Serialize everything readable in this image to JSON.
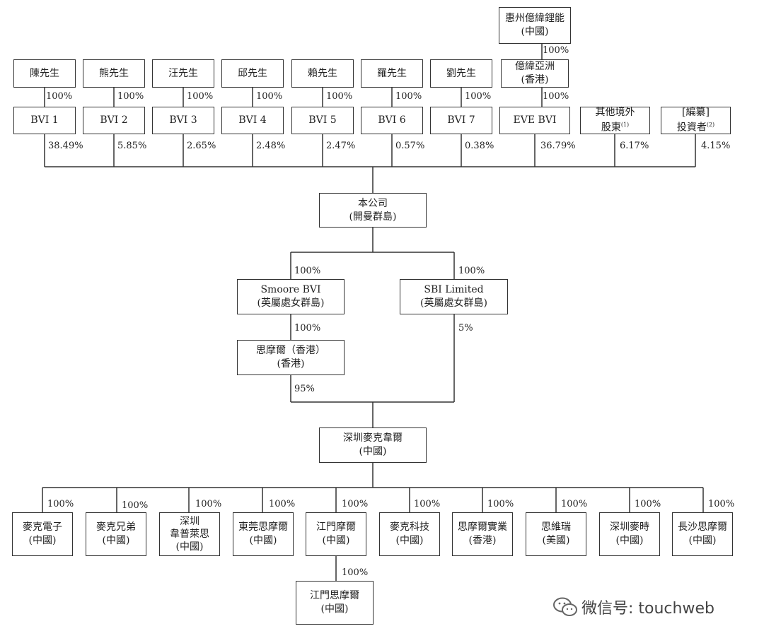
{
  "top": {
    "huizhou": {
      "name": "惠州億緯鋰能",
      "loc": "(中國)"
    },
    "huizhou_pct": "100%",
    "yiwei_asia": {
      "name": "億緯亞洲",
      "loc": "(香港)"
    },
    "yiwei_asia_pct": "100%"
  },
  "persons": [
    {
      "name": "陳先生",
      "pct": "100%"
    },
    {
      "name": "熊先生",
      "pct": "100%"
    },
    {
      "name": "汪先生",
      "pct": "100%"
    },
    {
      "name": "邱先生",
      "pct": "100%"
    },
    {
      "name": "賴先生",
      "pct": "100%"
    },
    {
      "name": "羅先生",
      "pct": "100%"
    },
    {
      "name": "劉先生",
      "pct": "100%"
    }
  ],
  "holders": [
    {
      "name": "BVI 1",
      "pct": "38.49%"
    },
    {
      "name": "BVI 2",
      "pct": "5.85%"
    },
    {
      "name": "BVI 3",
      "pct": "2.65%"
    },
    {
      "name": "BVI 4",
      "pct": "2.48%"
    },
    {
      "name": "BVI 5",
      "pct": "2.47%"
    },
    {
      "name": "BVI 6",
      "pct": "0.57%"
    },
    {
      "name": "BVI 7",
      "pct": "0.38%"
    },
    {
      "name": "EVE BVI",
      "pct": "36.79%"
    },
    {
      "name": "其他境外",
      "name2": "股東",
      "sup": "(1)",
      "pct": "6.17%"
    },
    {
      "name": "[編纂]",
      "name2": "投資者",
      "sup": "(2)",
      "pct": "4.15%"
    }
  ],
  "company": {
    "name": "本公司",
    "loc": "(開曼群島)"
  },
  "smoore_bvi": {
    "name": "Smoore BVI",
    "loc": "(英屬處女群島)",
    "pct": "100%"
  },
  "sbi": {
    "name": "SBI Limited",
    "loc": "(英屬處女群島)",
    "pct": "100%"
  },
  "smoore_hk": {
    "name": "思摩爾（香港）",
    "loc": "(香港)",
    "pct": "100%"
  },
  "smoore_hk_pct_down": "95%",
  "sbi_pct_down": "5%",
  "shenzhen": {
    "name": "深圳麥克韋爾",
    "loc": "(中國)"
  },
  "subs": [
    {
      "l1": "麥克電子",
      "l2": "(中國)",
      "pct": "100%"
    },
    {
      "l1": "麥克兄弟",
      "l2": "(中國)",
      "pct": "100%"
    },
    {
      "l1": "深圳",
      "l2": "韋普萊思",
      "l3": "(中國)",
      "pct": "100%"
    },
    {
      "l1": "東莞思摩爾",
      "l2": "(中國)",
      "pct": "100%"
    },
    {
      "l1": "江門摩爾",
      "l2": "(中國)",
      "pct": "100%"
    },
    {
      "l1": "麥克科技",
      "l2": "(中國)",
      "pct": "100%"
    },
    {
      "l1": "思摩爾實業",
      "l2": "(香港)",
      "pct": "100%"
    },
    {
      "l1": "思維瑞",
      "l2": "(美國)",
      "pct": "100%"
    },
    {
      "l1": "深圳麥時",
      "l2": "(中國)",
      "pct": "100%"
    },
    {
      "l1": "長沙思摩爾",
      "l2": "(中國)",
      "pct": "100%"
    }
  ],
  "jiangmen_sub": {
    "name": "江門思摩爾",
    "loc": "(中國)",
    "pct": "100%"
  },
  "watermark": "微信号: touchweb"
}
